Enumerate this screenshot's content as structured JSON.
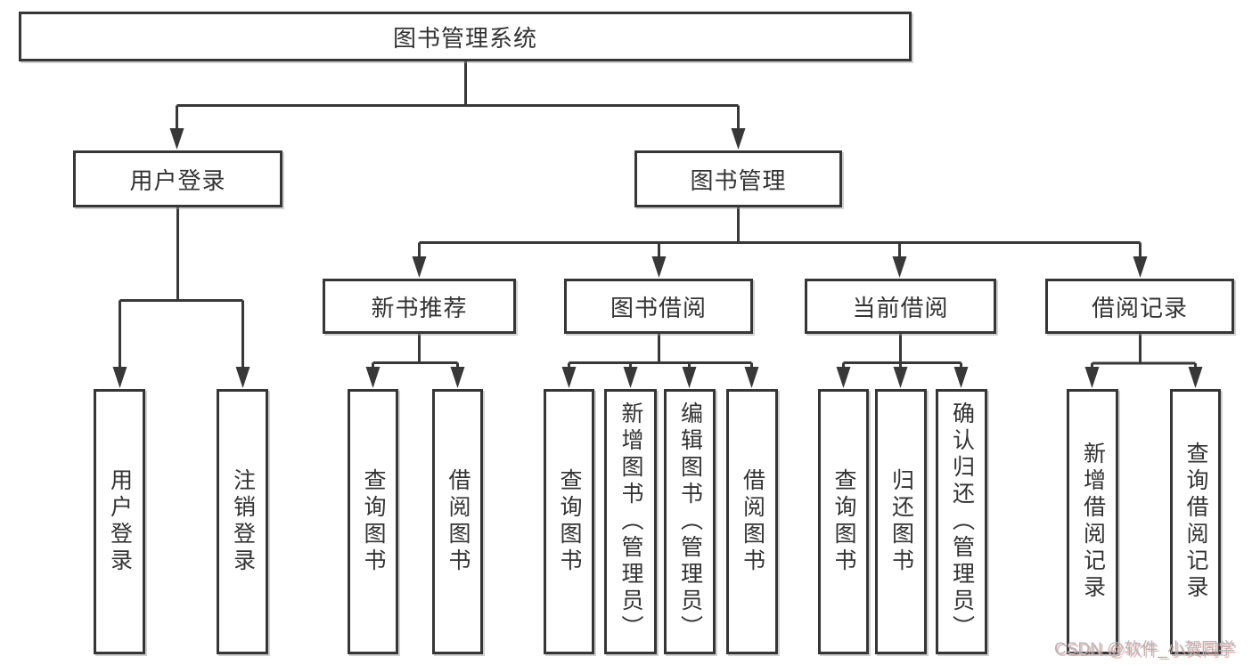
{
  "diagram": {
    "title_node": {
      "label": "图书管理系统"
    },
    "level2": [
      {
        "label": "用户登录"
      },
      {
        "label": "图书管理"
      }
    ],
    "level3": [
      {
        "label": "新书推荐"
      },
      {
        "label": "图书借阅"
      },
      {
        "label": "当前借阅"
      },
      {
        "label": "借阅记录"
      }
    ],
    "leaves": [
      {
        "label": "用户登录"
      },
      {
        "label": "注销登录"
      },
      {
        "label": "查询图书"
      },
      {
        "label": "借阅图书"
      },
      {
        "label": "查询图书"
      },
      {
        "label": "新增图书（管理员）"
      },
      {
        "label": "编辑图书（管理员）"
      },
      {
        "label": "借阅图书"
      },
      {
        "label": "查询图书"
      },
      {
        "label": "归还图书"
      },
      {
        "label": "确认归还（管理员）"
      },
      {
        "label": "新增借阅记录"
      },
      {
        "label": "查询借阅记录"
      }
    ],
    "colors": {
      "line": "#383838",
      "border": "#363636",
      "text": "#333333",
      "background": "#ffffff"
    }
  },
  "watermark": {
    "text": "CSDN @软件_小贺同学",
    "color": "#b5b5b5",
    "shadow_color": "#e79e9e"
  }
}
